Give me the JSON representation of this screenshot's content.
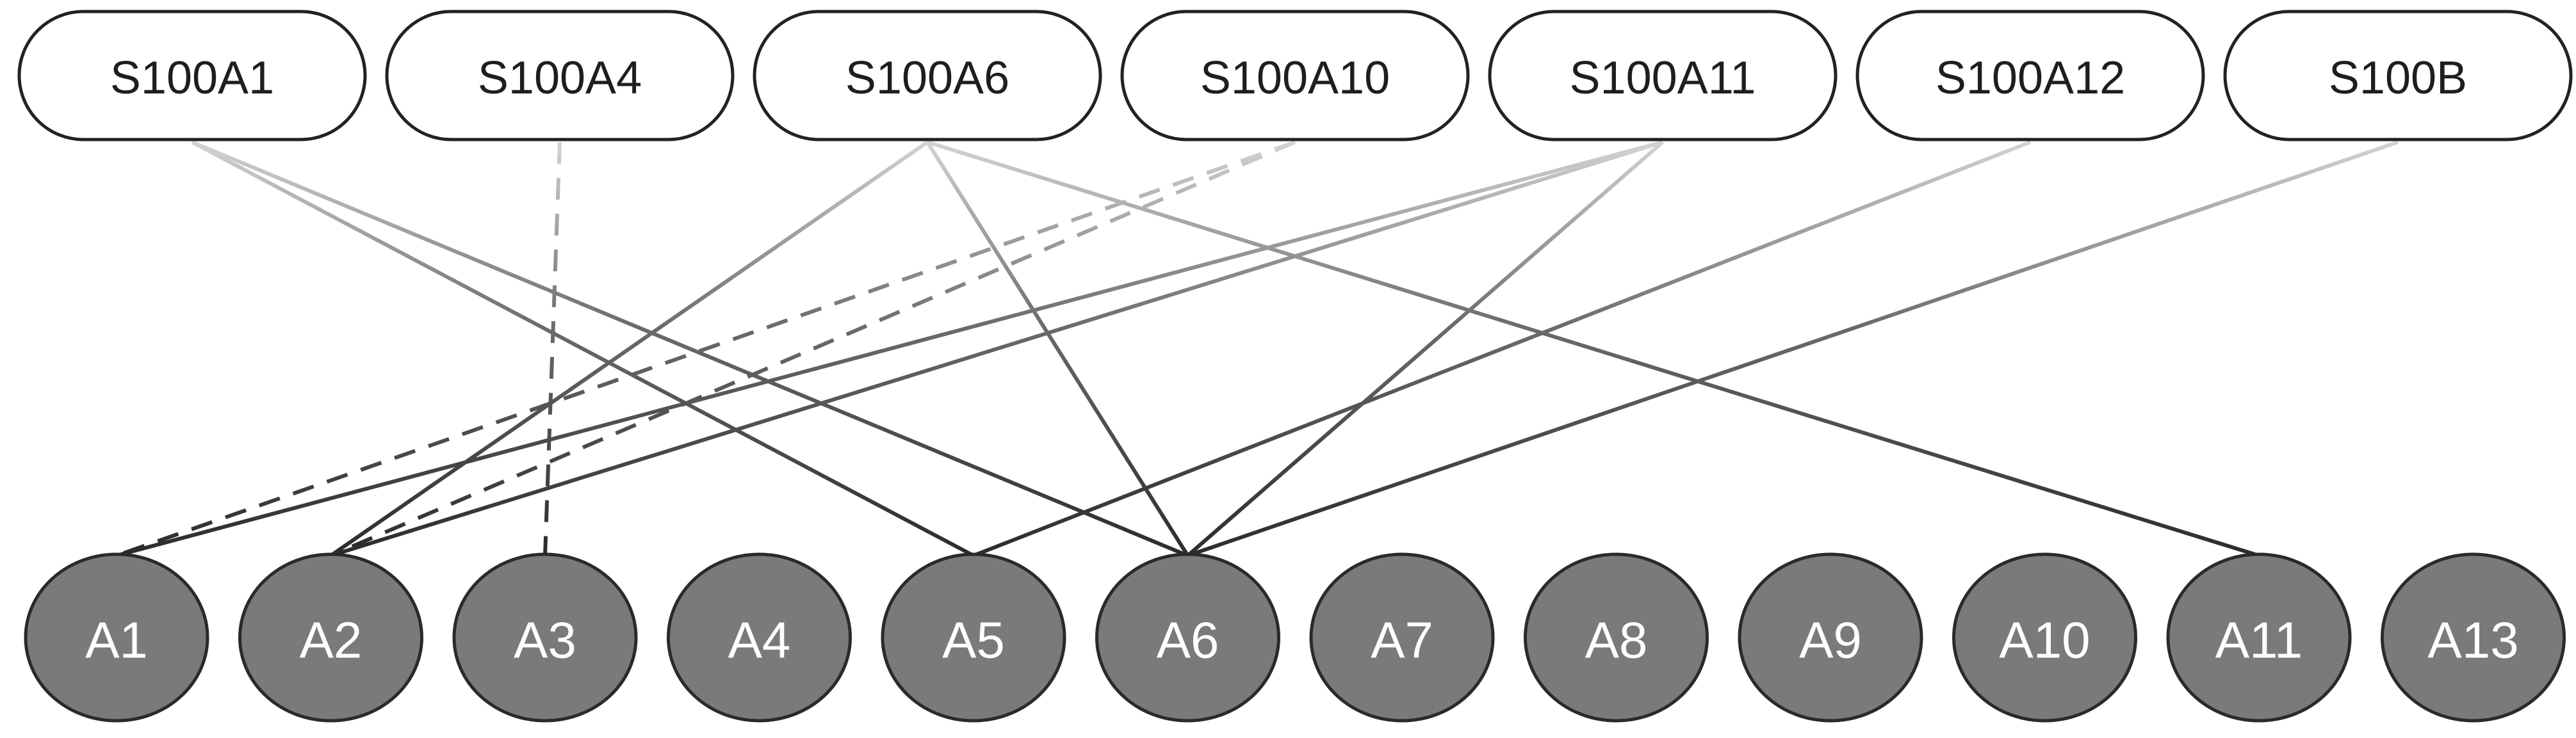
{
  "s100_proteins": [
    {
      "id": "S100A1",
      "label": "S100A1"
    },
    {
      "id": "S100A4",
      "label": "S100A4"
    },
    {
      "id": "S100A6",
      "label": "S100A6"
    },
    {
      "id": "S100A10",
      "label": "S100A10"
    },
    {
      "id": "S100A11",
      "label": "S100A11"
    },
    {
      "id": "S100A12",
      "label": "S100A12"
    },
    {
      "id": "S100B",
      "label": "S100B"
    }
  ],
  "annexins": [
    {
      "id": "A1",
      "label": "A1"
    },
    {
      "id": "A2",
      "label": "A2"
    },
    {
      "id": "A3",
      "label": "A3"
    },
    {
      "id": "A4",
      "label": "A4"
    },
    {
      "id": "A5",
      "label": "A5"
    },
    {
      "id": "A6",
      "label": "A6"
    },
    {
      "id": "A7",
      "label": "A7"
    },
    {
      "id": "A8",
      "label": "A8"
    },
    {
      "id": "A9",
      "label": "A9"
    },
    {
      "id": "A10",
      "label": "A10"
    },
    {
      "id": "A11",
      "label": "A11"
    },
    {
      "id": "A13",
      "label": "A13"
    }
  ],
  "interactions": [
    {
      "from": "S100A1",
      "to": "A5",
      "style": "solid"
    },
    {
      "from": "S100A1",
      "to": "A6",
      "style": "solid"
    },
    {
      "from": "S100A4",
      "to": "A3",
      "style": "dashed"
    },
    {
      "from": "S100A6",
      "to": "A2",
      "style": "solid"
    },
    {
      "from": "S100A6",
      "to": "A6",
      "style": "solid"
    },
    {
      "from": "S100A6",
      "to": "A11",
      "style": "solid"
    },
    {
      "from": "S100A10",
      "to": "A1",
      "style": "dashed"
    },
    {
      "from": "S100A10",
      "to": "A2",
      "style": "dashed"
    },
    {
      "from": "S100A11",
      "to": "A1",
      "style": "solid"
    },
    {
      "from": "S100A11",
      "to": "A2",
      "style": "solid"
    },
    {
      "from": "S100A11",
      "to": "A6",
      "style": "solid"
    },
    {
      "from": "S100A12",
      "to": "A5",
      "style": "solid"
    },
    {
      "from": "S100B",
      "to": "A6",
      "style": "solid"
    }
  ],
  "colors": {
    "line_top": "#d4d4d4",
    "line_bottom": "#2b2b2b",
    "annexin_fill": "#7a7a7a",
    "pill_stroke": "#222222"
  }
}
